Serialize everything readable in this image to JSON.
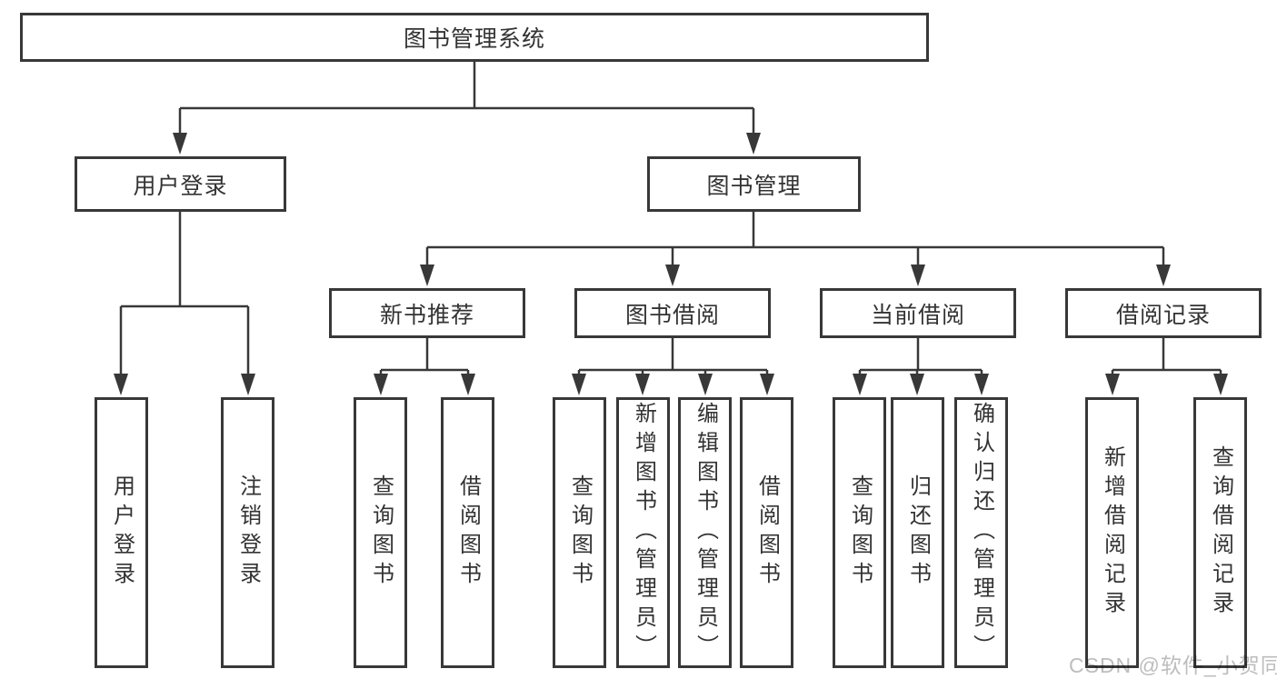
{
  "diagram": {
    "root": {
      "label": "图书管理系统"
    },
    "groups": [
      {
        "label": "用户登录",
        "children": [
          {
            "label": "用户登录"
          },
          {
            "label": "注销登录"
          }
        ]
      },
      {
        "label": "图书管理",
        "subgroups": [
          {
            "label": "新书推荐",
            "children": [
              {
                "label": "查询图书"
              },
              {
                "label": "借阅图书"
              }
            ]
          },
          {
            "label": "图书借阅",
            "children": [
              {
                "label": "查询图书"
              },
              {
                "label": "新增图书（管理员）"
              },
              {
                "label": "编辑图书（管理员）"
              },
              {
                "label": "借阅图书"
              }
            ]
          },
          {
            "label": "当前借阅",
            "children": [
              {
                "label": "查询图书"
              },
              {
                "label": "归还图书"
              },
              {
                "label": "确认归还（管理员）"
              }
            ]
          },
          {
            "label": "借阅记录",
            "children": [
              {
                "label": "新增借阅记录"
              },
              {
                "label": "查询借阅记录"
              }
            ]
          }
        ]
      }
    ],
    "colors": {
      "line": "#383838",
      "text": "#333333",
      "box_background": "#ffffff"
    }
  },
  "watermark": {
    "text": "CSDN @软件_小贺同学",
    "color": "#bdbdbd"
  }
}
